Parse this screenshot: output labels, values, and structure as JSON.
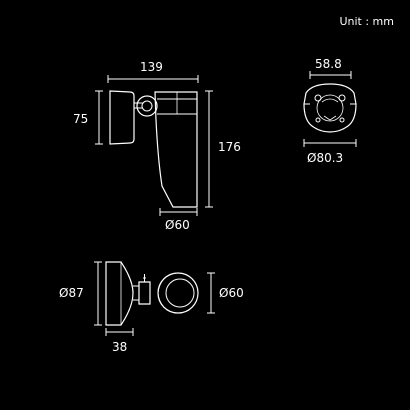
{
  "unit_label": "Unit : mm",
  "side_view": {
    "width_dim": "139",
    "height_dim": "176",
    "mount_height_dim": "75",
    "barrel_diameter_dim": "Ø60"
  },
  "mount_plate_view": {
    "hole_spacing_dim": "58.8",
    "plate_diameter_dim": "Ø80.3"
  },
  "top_view": {
    "base_diameter_dim": "Ø87",
    "base_depth_dim": "38",
    "barrel_diameter_dim": "Ø60"
  },
  "colors": {
    "background": "#000000",
    "line": "#ffffff"
  }
}
